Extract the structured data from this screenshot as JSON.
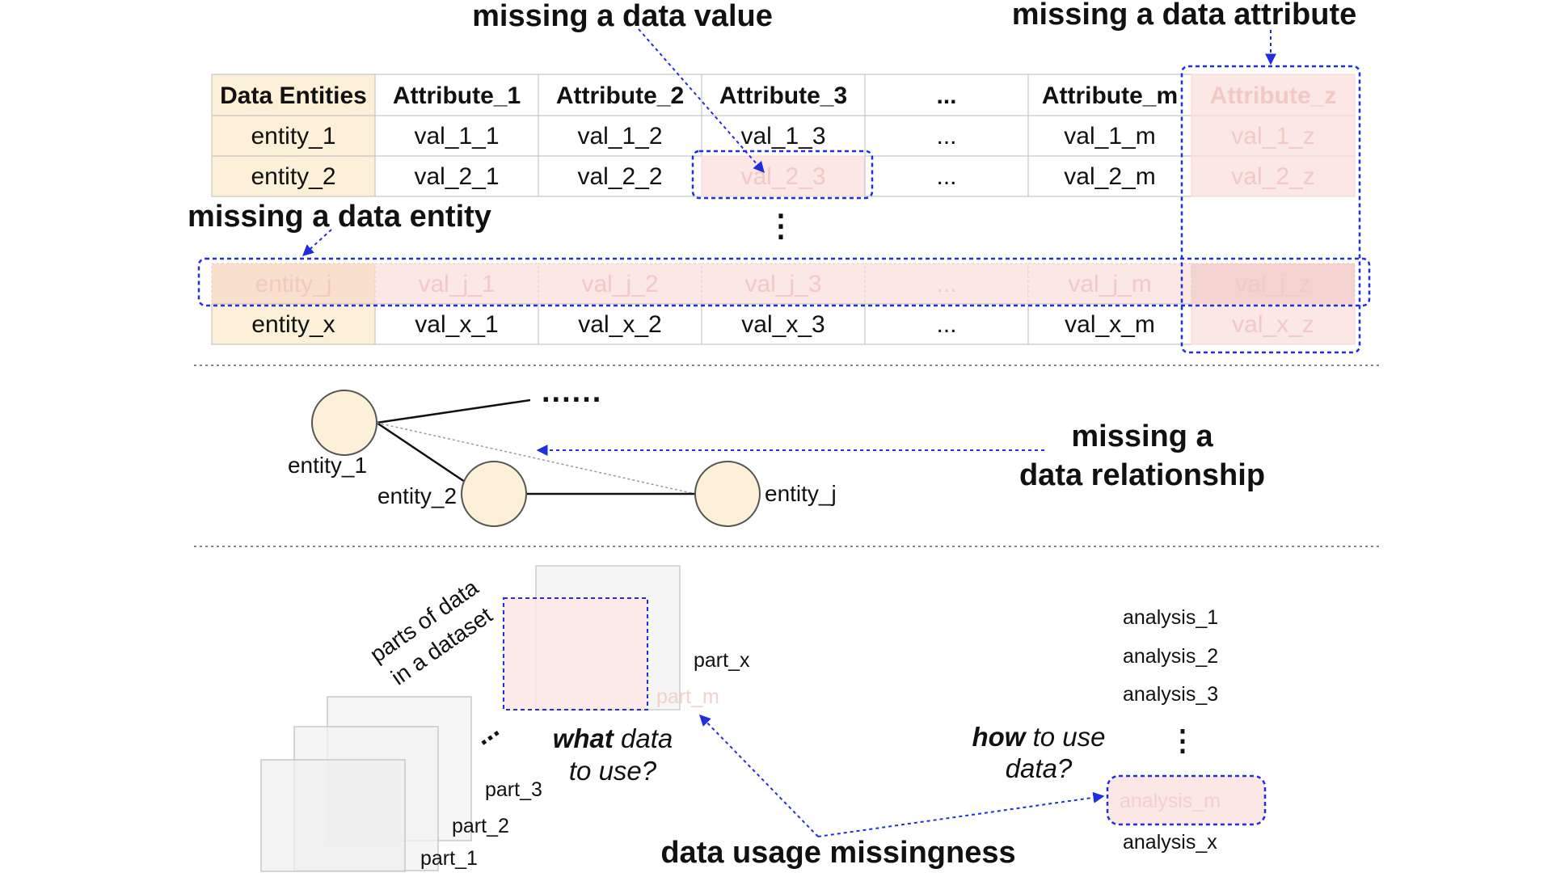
{
  "callouts": {
    "missing_value": "missing a data value",
    "missing_attribute": "missing a data attribute",
    "missing_entity": "missing a data entity",
    "missing_relationship_line1": "missing a",
    "missing_relationship_line2": "data relationship",
    "usage_missingness": "data usage missingness"
  },
  "table": {
    "headers": [
      "Data Entities",
      "Attribute_1",
      "Attribute_2",
      "Attribute_3",
      "...",
      "Attribute_m",
      "Attribute_z"
    ],
    "rows": [
      [
        "entity_1",
        "val_1_1",
        "val_1_2",
        "val_1_3",
        "...",
        "val_1_m",
        "val_1_z"
      ],
      [
        "entity_2",
        "val_2_1",
        "val_2_2",
        "val_2_3",
        "...",
        "val_2_m",
        "val_2_z"
      ],
      [
        "entity_j",
        "val_j_1",
        "val_j_2",
        "val_j_3",
        "...",
        "val_j_m",
        "val_j_z"
      ],
      [
        "entity_x",
        "val_x_1",
        "val_x_2",
        "val_x_3",
        "...",
        "val_x_m",
        "val_x_z"
      ]
    ],
    "vertical_ellipsis": "⋮"
  },
  "graph": {
    "nodes": [
      "entity_1",
      "entity_2",
      "entity_j"
    ],
    "more": "......"
  },
  "usage": {
    "rotated_label_line1": "parts of data",
    "rotated_label_line2": "in a dataset",
    "parts": [
      "part_1",
      "part_2",
      "part_3",
      "part_x",
      "part_m"
    ],
    "diag_ellipsis": "...",
    "what_line1_bold": "what",
    "what_line1_rest": " data",
    "what_line2": "to use?",
    "how_line1_bold": "how",
    "how_line1_rest": " to use",
    "how_line2": "data?",
    "analyses": [
      "analysis_1",
      "analysis_2",
      "analysis_3",
      "analysis_m",
      "analysis_x"
    ],
    "vertical_ellipsis": "⋮"
  },
  "colors": {
    "entity_fill": "#fcf1d8",
    "missing_fill": "#fbe7e4",
    "highlight_border": "#1f2fe0",
    "node_fill": "#fcf1d8"
  }
}
